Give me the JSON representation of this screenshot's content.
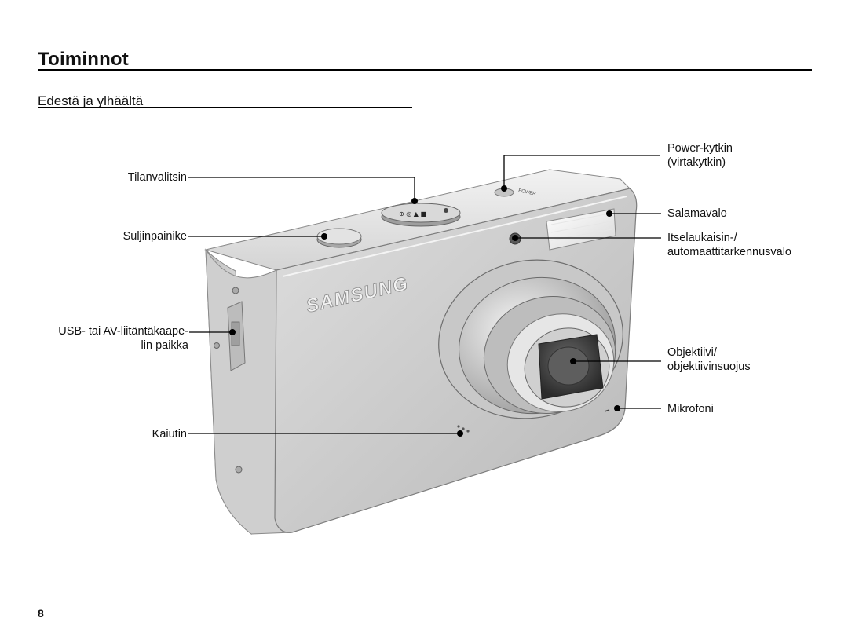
{
  "page": {
    "title": "Toiminnot",
    "section_title": "Edestä ja ylhäältä",
    "page_number": "8"
  },
  "camera": {
    "brand_logo": "SAMSUNG",
    "top_label": "POWER"
  },
  "callouts": {
    "mode_dial": "Tilanvalitsin",
    "shutter_button": "Suljinpainike",
    "usb_port_line1": "USB- tai AV-liitäntäkaape-",
    "usb_port_line2": "lin paikka",
    "speaker": "Kaiutin",
    "power_button_line1": "Power-kytkin",
    "power_button_line2": "(virtakytkin)",
    "flash": "Salamavalo",
    "self_timer_line1": "Itselaukaisin-/",
    "self_timer_line2": "automaattitarkennusvalo",
    "lens_line1": "Objektiivi/",
    "lens_line2": "objektiivinsuojus",
    "microphone": "Mikrofoni"
  }
}
